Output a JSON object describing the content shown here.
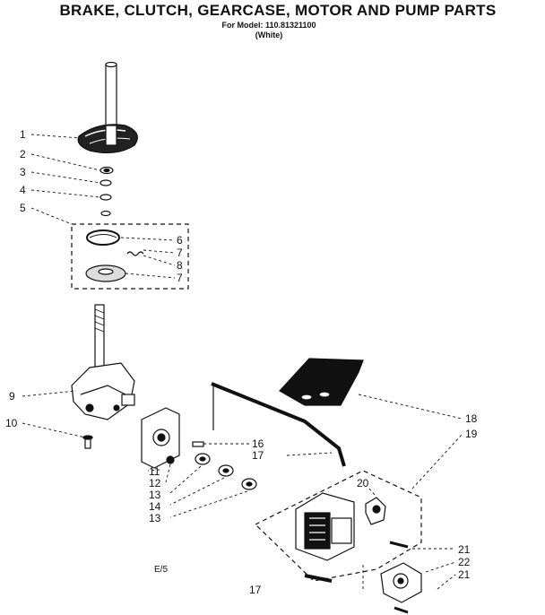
{
  "header": {
    "title": "BRAKE, CLUTCH, GEARCASE, MOTOR AND PUMP PARTS",
    "model_line": "For Model: 110.81321100",
    "color_line": "(White)"
  },
  "callouts": [
    {
      "label": "1"
    },
    {
      "label": "2"
    },
    {
      "label": "3"
    },
    {
      "label": "4"
    },
    {
      "label": "5"
    },
    {
      "label": "6"
    },
    {
      "label": "7"
    },
    {
      "label": "8"
    },
    {
      "label": "7"
    },
    {
      "label": "9"
    },
    {
      "label": "10"
    },
    {
      "label": "11"
    },
    {
      "label": "12"
    },
    {
      "label": "13"
    },
    {
      "label": "14"
    },
    {
      "label": "13"
    },
    {
      "label": "16"
    },
    {
      "label": "17"
    },
    {
      "label": "18"
    },
    {
      "label": "19"
    },
    {
      "label": "20"
    },
    {
      "label": "21"
    },
    {
      "label": "22"
    },
    {
      "label": "21"
    },
    {
      "label": "17"
    }
  ],
  "footer": {
    "page_code": "E/5"
  }
}
